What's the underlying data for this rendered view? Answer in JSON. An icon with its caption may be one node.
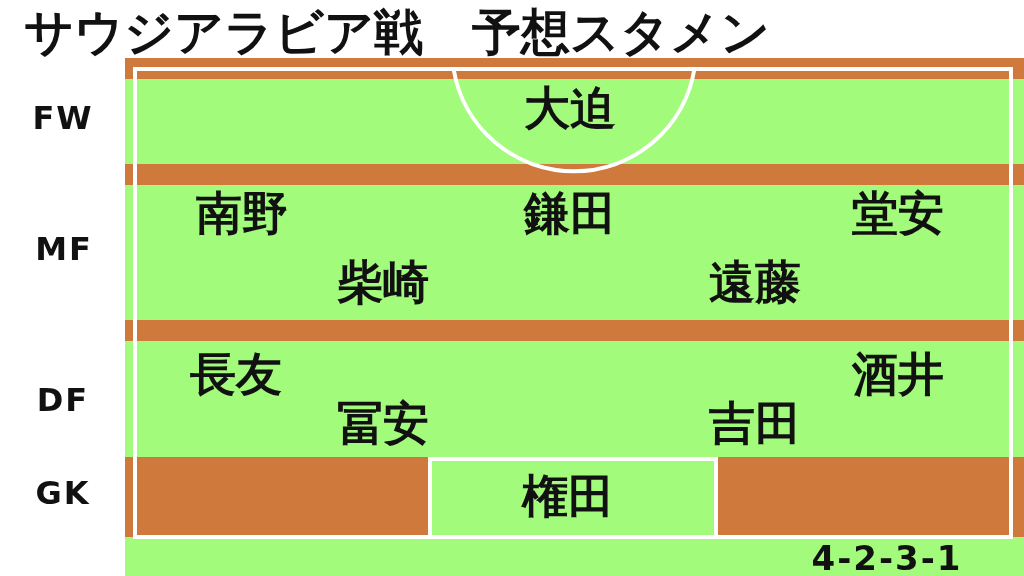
{
  "diagram": {
    "title": "サウジアラビア戦　予想スタメン",
    "nodes": [
      {
        "text": [
          "大迫"
        ]
      },
      {
        "text": [
          "南野",
          "鎌田",
          "堂安",
          "柴崎",
          "遠藤"
        ]
      },
      {
        "text": [
          "長友",
          "酒井",
          "冨安",
          "吉田"
        ]
      },
      {
        "text": [
          "権田"
        ]
      }
    ],
    "labels": [
      "FW",
      "MF",
      "DF",
      "GK",
      "4-2-3-1"
    ]
  }
}
